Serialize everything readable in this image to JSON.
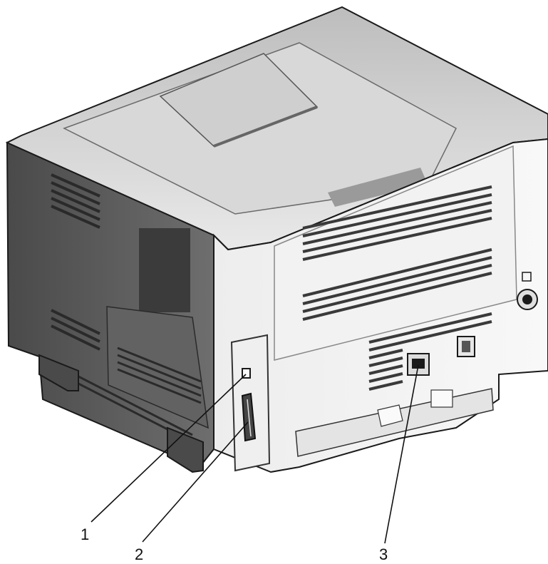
{
  "callouts": [
    {
      "number": "1",
      "target": "usb-port"
    },
    {
      "number": "2",
      "target": "parallel-port"
    },
    {
      "number": "3",
      "target": "power-socket"
    }
  ],
  "colors": {
    "body_light": "#e6e6e6",
    "body_white": "#f4f4f4",
    "side_dark": "#5a5a5a",
    "vent": "#3a3a3a",
    "outline": "#1a1a1a"
  },
  "icons": [
    "lock-slot-icon",
    "usb-port-icon",
    "parallel-port-icon",
    "power-socket-icon",
    "power-switch-icon"
  ]
}
